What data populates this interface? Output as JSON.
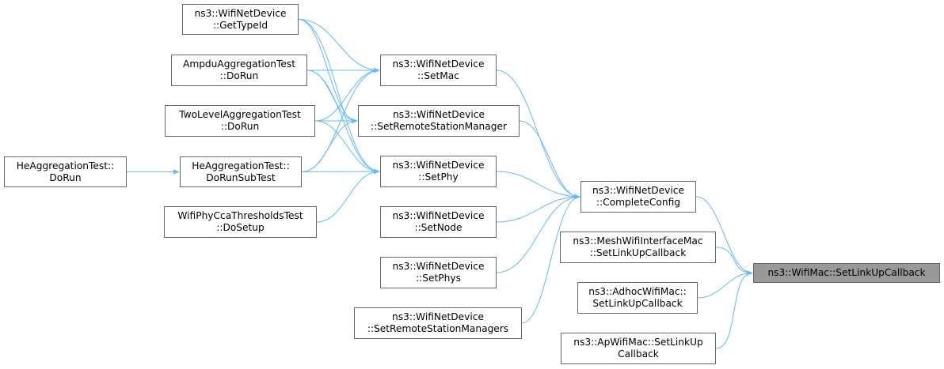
{
  "diagram": {
    "type": "caller-graph",
    "edge_color": "#63b8ff",
    "focus_fill": "#999999",
    "nodes": {
      "getTypeId": {
        "l1": "ns3::WifiNetDevice",
        "l2": "::GetTypeId"
      },
      "ampdu": {
        "l1": "AmpduAggregationTest",
        "l2": "::DoRun"
      },
      "twoLevel": {
        "l1": "TwoLevelAggregationTest",
        "l2": "::DoRun"
      },
      "heDoRun": {
        "l1": "HeAggregationTest::",
        "l2": "DoRun"
      },
      "heSubTest": {
        "l1": "HeAggregationTest::",
        "l2": "DoRunSubTest"
      },
      "wifiPhyCca": {
        "l1": "WifiPhyCcaThresholdsTest",
        "l2": "::DoSetup"
      },
      "setMac": {
        "l1": "ns3::WifiNetDevice",
        "l2": "::SetMac"
      },
      "setRsm": {
        "l1": "ns3::WifiNetDevice",
        "l2": "::SetRemoteStationManager"
      },
      "setPhy": {
        "l1": "ns3::WifiNetDevice",
        "l2": "::SetPhy"
      },
      "setNode": {
        "l1": "ns3::WifiNetDevice",
        "l2": "::SetNode"
      },
      "setPhys": {
        "l1": "ns3::WifiNetDevice",
        "l2": "::SetPhys"
      },
      "setRsms": {
        "l1": "ns3::WifiNetDevice",
        "l2": "::SetRemoteStationManagers"
      },
      "completeConfig": {
        "l1": "ns3::WifiNetDevice",
        "l2": "::CompleteConfig"
      },
      "meshMac": {
        "l1": "ns3::MeshWifiInterfaceMac",
        "l2": "::SetLinkUpCallback"
      },
      "adhocMac": {
        "l1": "ns3::AdhocWifiMac::",
        "l2": "SetLinkUpCallback"
      },
      "apMac": {
        "l1": "ns3::ApWifiMac::SetLinkUp",
        "l2": "Callback"
      },
      "target": {
        "l1": "ns3::WifiMac::SetLinkUpCallback"
      }
    },
    "edges": [
      [
        "getTypeId",
        "setMac"
      ],
      [
        "getTypeId",
        "setRsm"
      ],
      [
        "getTypeId",
        "setPhy"
      ],
      [
        "ampdu",
        "setMac"
      ],
      [
        "ampdu",
        "setRsm"
      ],
      [
        "ampdu",
        "setPhy"
      ],
      [
        "twoLevel",
        "setMac"
      ],
      [
        "twoLevel",
        "setRsm"
      ],
      [
        "twoLevel",
        "setPhy"
      ],
      [
        "heSubTest",
        "setMac"
      ],
      [
        "heSubTest",
        "setRsm"
      ],
      [
        "heSubTest",
        "setPhy"
      ],
      [
        "heDoRun",
        "heSubTest"
      ],
      [
        "wifiPhyCca",
        "setPhy"
      ],
      [
        "setMac",
        "completeConfig"
      ],
      [
        "setRsm",
        "completeConfig"
      ],
      [
        "setPhy",
        "completeConfig"
      ],
      [
        "setNode",
        "completeConfig"
      ],
      [
        "setPhys",
        "completeConfig"
      ],
      [
        "setRsms",
        "completeConfig"
      ],
      [
        "completeConfig",
        "target"
      ],
      [
        "meshMac",
        "target"
      ],
      [
        "adhocMac",
        "target"
      ],
      [
        "apMac",
        "target"
      ]
    ]
  }
}
